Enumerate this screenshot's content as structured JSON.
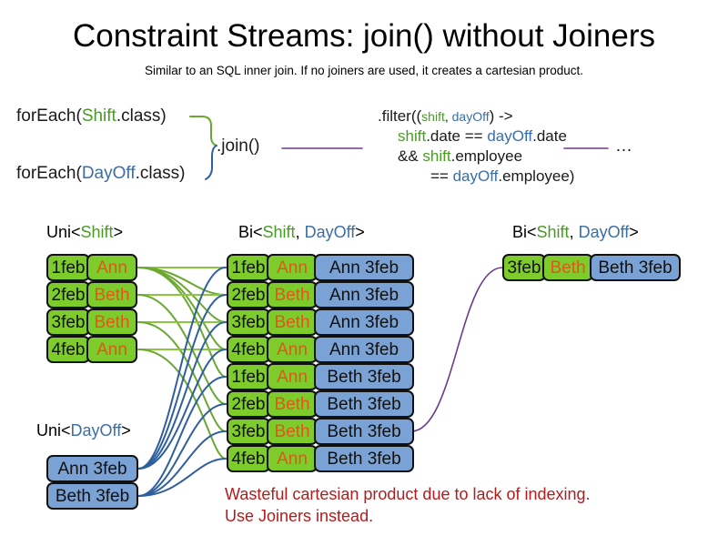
{
  "header": {
    "title": "Constraint Streams: join() without Joiners",
    "subtitle": "Similar to an SQL inner join. If no joiners are used, it creates a cartesian product."
  },
  "colors": {
    "shift_green": "#4a9a28",
    "dayoff_blue": "#3b6ea8",
    "box_green": "#7dcc2b",
    "box_blue": "#7ba2d4",
    "employee_orange": "#e2561b",
    "warning_red": "#b11c1c",
    "connector_green": "#6aa832",
    "connector_blue": "#2f5f9e",
    "connector_purple": "#6b3a8c"
  },
  "code": {
    "forEach_shift": {
      "prefix": "forEach(",
      "type": "Shift",
      "suffix": ".class)"
    },
    "forEach_dayoff": {
      "prefix": "forEach(",
      "type": "DayOff",
      "suffix": ".class)"
    },
    "join": ".join()",
    "ellipsis": "…",
    "filter": {
      "line1_a": ".filter((",
      "line1_shift": "shift",
      "line1_comma": ", ",
      "line1_dayoff": "dayOff",
      "line1_b": ") ->",
      "line2_shift": "shift",
      "line2_mid": ".date == ",
      "line2_dayoff": "dayOff",
      "line2_end": ".date",
      "line3_and": "&& ",
      "line3_shift": "shift",
      "line3_end": ".employee",
      "line4_eq": "== ",
      "line4_dayoff": "dayOff",
      "line4_end": ".employee)"
    }
  },
  "streams": {
    "uni_shift": {
      "caption": {
        "prefix": "Uni<",
        "type": "Shift",
        "suffix": ">"
      },
      "rows": [
        {
          "date": "1feb",
          "employee": "Ann"
        },
        {
          "date": "2feb",
          "employee": "Beth"
        },
        {
          "date": "3feb",
          "employee": "Beth"
        },
        {
          "date": "4feb",
          "employee": "Ann"
        }
      ]
    },
    "uni_dayoff": {
      "caption": {
        "prefix": "Uni<",
        "type": "DayOff",
        "suffix": ">"
      },
      "rows": [
        {
          "label": "Ann 3feb"
        },
        {
          "label": "Beth 3feb"
        }
      ]
    },
    "bi_joined": {
      "caption": {
        "prefix": "Bi<",
        "type_a": "Shift",
        "comma": ", ",
        "type_b": "DayOff",
        "suffix": ">"
      },
      "rows": [
        {
          "date": "1feb",
          "employee": "Ann",
          "dayoff": "Ann 3feb"
        },
        {
          "date": "2feb",
          "employee": "Beth",
          "dayoff": "Ann 3feb"
        },
        {
          "date": "3feb",
          "employee": "Beth",
          "dayoff": "Ann 3feb"
        },
        {
          "date": "4feb",
          "employee": "Ann",
          "dayoff": "Ann 3feb"
        },
        {
          "date": "1feb",
          "employee": "Ann",
          "dayoff": "Beth 3feb"
        },
        {
          "date": "2feb",
          "employee": "Beth",
          "dayoff": "Beth 3feb"
        },
        {
          "date": "3feb",
          "employee": "Beth",
          "dayoff": "Beth 3feb"
        },
        {
          "date": "4feb",
          "employee": "Ann",
          "dayoff": "Beth 3feb"
        }
      ]
    },
    "bi_filtered": {
      "caption": {
        "prefix": "Bi<",
        "type_a": "Shift",
        "comma": ", ",
        "type_b": "DayOff",
        "suffix": ">"
      },
      "rows": [
        {
          "date": "3feb",
          "employee": "Beth",
          "dayoff": "Beth 3feb"
        }
      ]
    }
  },
  "note": {
    "line1": "Wasteful cartesian product due to lack of indexing.",
    "line2": "Use Joiners instead."
  }
}
